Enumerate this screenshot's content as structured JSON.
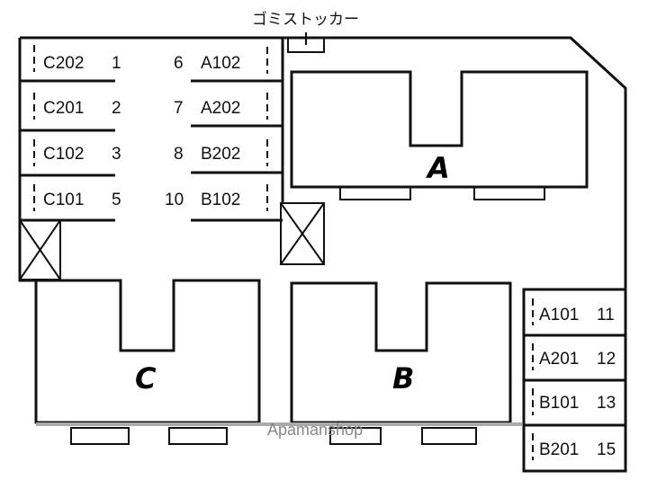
{
  "labels": {
    "garbage_stocker": "ゴミストッカー",
    "building_a": "A",
    "building_b": "B",
    "building_c": "C",
    "watermark": "Apamanshop"
  },
  "parking_left": [
    {
      "unit": "C202",
      "no": "1"
    },
    {
      "unit": "C201",
      "no": "2"
    },
    {
      "unit": "C102",
      "no": "3"
    },
    {
      "unit": "C101",
      "no": "5"
    }
  ],
  "parking_center": [
    {
      "no": "6",
      "unit": "A102"
    },
    {
      "no": "7",
      "unit": "A202"
    },
    {
      "no": "8",
      "unit": "B202"
    },
    {
      "no": "10",
      "unit": "B102"
    }
  ],
  "parking_right": [
    {
      "unit": "A101",
      "no": "11"
    },
    {
      "unit": "A201",
      "no": "12"
    },
    {
      "unit": "B101",
      "no": "13"
    },
    {
      "unit": "B201",
      "no": "15"
    }
  ]
}
